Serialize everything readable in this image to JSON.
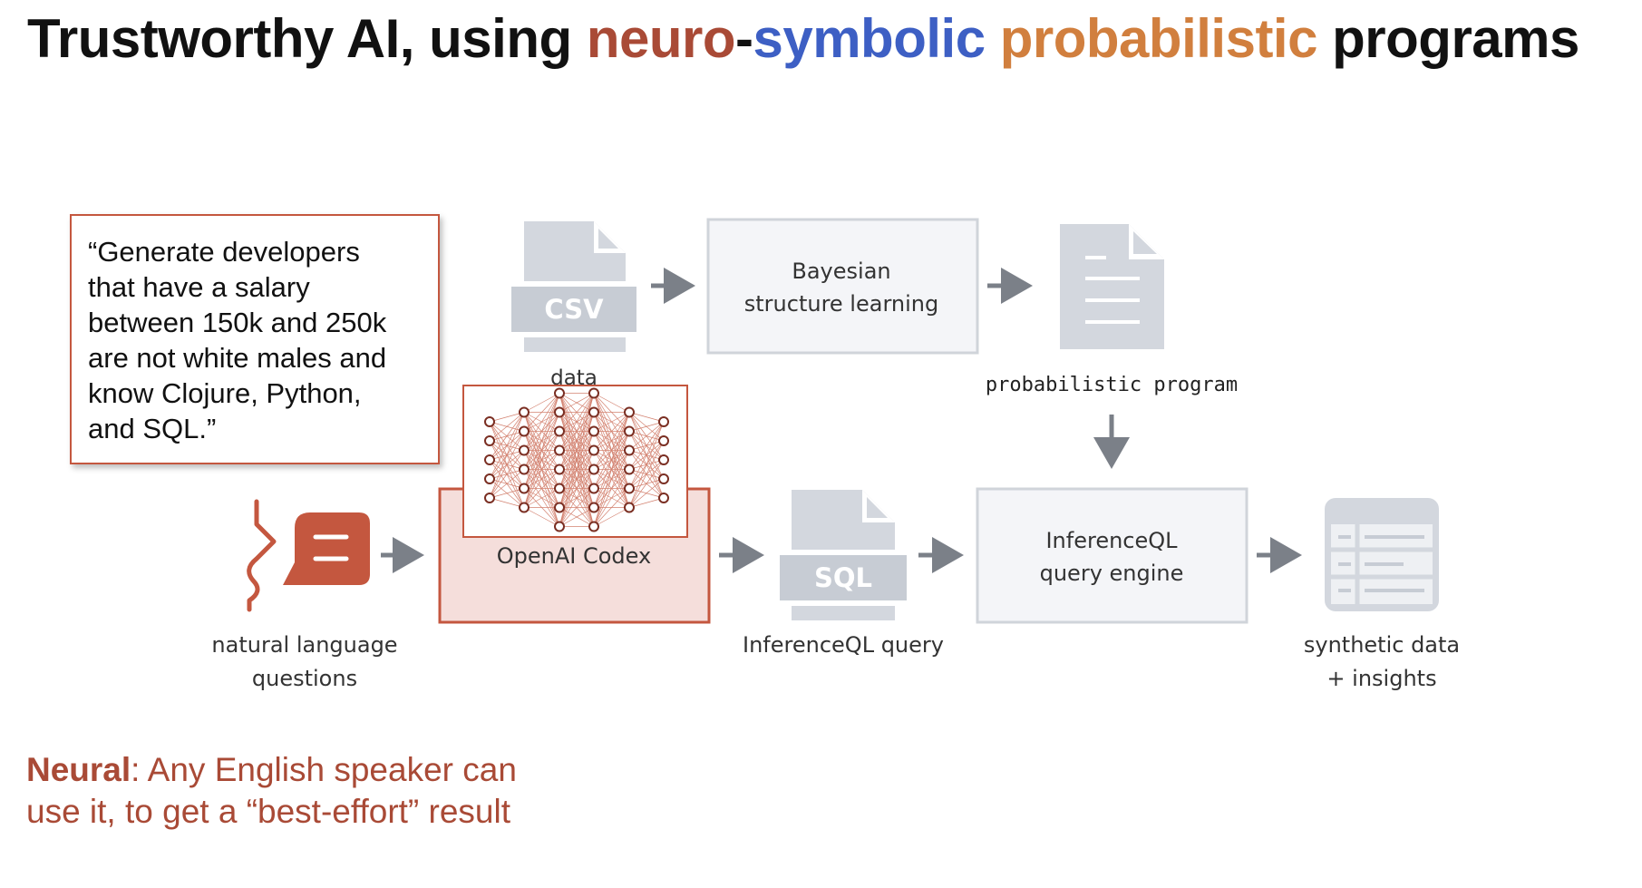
{
  "title": {
    "prefix": "Trustworthy AI, using ",
    "neuro": "neuro",
    "dash": "-",
    "symbolic": "symbolic",
    "probabilistic": "probabilistic",
    "suffix": "programs"
  },
  "quote_lines": [
    "“Generate developers",
    "that have a salary",
    "between 150k and 250k",
    "are not white males and",
    "know Clojure, Python,",
    "and SQL.”"
  ],
  "diagram": {
    "csv_badge": "CSV",
    "data_label": "data",
    "bayesian_line1": "Bayesian",
    "bayesian_line2": "structure learning",
    "prob_program_label": "probabilistic program",
    "codex_label": "OpenAI Codex",
    "sql_badge": "SQL",
    "iql_query_label": "InferenceQL query",
    "engine_line1": "InferenceQL",
    "engine_line2": "query engine",
    "nl_line1": "natural language",
    "nl_line2": "questions",
    "synth_line1": "synthetic data",
    "synth_line2": "+ insights"
  },
  "neural_note": {
    "bold": "Neural",
    "rest": ": Any English speaker can use it, to get a “best-effort” result"
  },
  "colors": {
    "neuro": "#a94a36",
    "symbolic": "#3d5fc4",
    "probabilistic": "#d17f3e",
    "accent": "#c4573f",
    "gray_icon": "#d3d7de",
    "box_fill": "#f4f5f8",
    "box_border": "#d0d4da",
    "arrow": "#7b8088",
    "codex_fill": "#f5dedb"
  }
}
